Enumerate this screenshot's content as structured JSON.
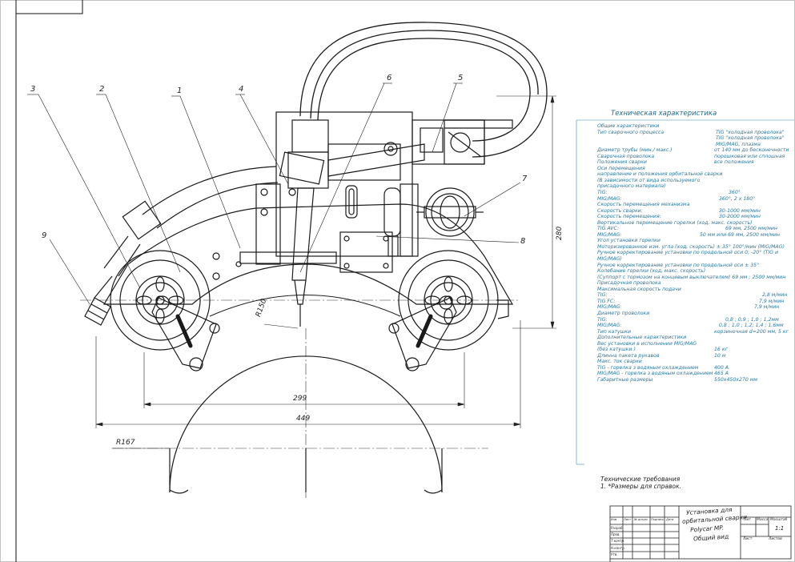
{
  "callouts": {
    "c1": "1",
    "c2": "2",
    "c3": "3",
    "c4": "4",
    "c5": "5",
    "c6": "6",
    "c7": "7",
    "c8": "8",
    "c9": "9"
  },
  "dimensions": {
    "r150": "R150",
    "r167": "R167",
    "d299": "299",
    "d449": "449",
    "d280": "280"
  },
  "spec": {
    "title": "Техническая характеристика",
    "rows": [
      {
        "k": "Общие характеристики",
        "v": "",
        "vx": 0
      },
      {
        "k": "Тип сварочного процесса",
        "v": "TIG \"холодная проволока\"",
        "vx": 148
      },
      {
        "k": "",
        "v": "TIG \"холодная проволока\"",
        "vx": 148
      },
      {
        "k": "",
        "v": "MIG/MAG, плазма",
        "vx": 148
      },
      {
        "k": "Диаметр трубы (мин./ макс.)",
        "v": "от 140 мм до бесконечности",
        "vx": 146
      },
      {
        "k": "Сварочная проволока",
        "v": "порошковая или сплошная",
        "vx": 146
      },
      {
        "k": "Положения сварки",
        "v": "все положения",
        "vx": 146
      },
      {
        "k": "Оси перемещения",
        "v": "",
        "vx": 0
      },
      {
        "k": "направление и положения орбитальной сварки",
        "v": "",
        "vx": 0
      },
      {
        "k": "(В зависимости от вида используемого",
        "v": "",
        "vx": 0
      },
      {
        "k": "присадочного материала)",
        "v": "",
        "vx": 0
      },
      {
        "k": "TIG:",
        "v": "360°",
        "vx": 164
      },
      {
        "k": "MIG/MAG:",
        "v": "360°, 2 x 180°",
        "vx": 152
      },
      {
        "k": "Скорость перемещения механизма",
        "v": "",
        "vx": 0
      },
      {
        "k": "Скорость сварки:",
        "v": "30-1000 мм/мин",
        "vx": 152
      },
      {
        "k": "Скорость перемещения:",
        "v": "30-2000 мм/мин",
        "vx": 152
      },
      {
        "k": "Вертикальное перемещение горелки (ход, макс. скорость)",
        "v": "",
        "vx": 0
      },
      {
        "k": "TIG AVC:",
        "v": "69 мм, 2500 мм/мин",
        "vx": 160
      },
      {
        "k": "MIG/MAG:",
        "v": "50 мм или 69 мм, 2500 мм/мин",
        "vx": 128
      },
      {
        "k": "Угол установки горелки",
        "v": "",
        "vx": 0
      },
      {
        "k": "Моторизированное изм. угла  (ход, скорость)   ± 35° 100°/мин (MIG/MAG)",
        "v": "",
        "vx": 0
      },
      {
        "k": "Ручное корректирование установки по продольной оси  0; -20° (TIG и",
        "v": "",
        "vx": 0
      },
      {
        "k": "MIG/MAG)",
        "v": "",
        "vx": 0
      },
      {
        "k": "Ручное корректирование установки по продольной оси    ± 35°",
        "v": "",
        "vx": 0
      },
      {
        "k": "Колебание горелки (ход, макс. скорость)",
        "v": "",
        "vx": 0
      },
      {
        "k": "(Суппорт с тормозом на концевым выключателем)    69 мм ; 2500 мм/мин",
        "v": "",
        "vx": 0
      },
      {
        "k": "Присадочная проволока",
        "v": "",
        "vx": 0
      },
      {
        "k": "Максимальная скорость подачи",
        "v": "",
        "vx": 0
      },
      {
        "k": "TIG:",
        "v": "2,8 м/мин",
        "vx": 206
      },
      {
        "k": "TIG FC:",
        "v": "7,9 м/мин",
        "vx": 202
      },
      {
        "k": "MIG/MAG:",
        "v": "7,9 м/мин",
        "vx": 196
      },
      {
        "k": "Диаметр проволоки",
        "v": "",
        "vx": 0
      },
      {
        "k": "TIG:",
        "v": "0,8 ; 0,9 ; 1,0 ; 1,2мм",
        "vx": 160
      },
      {
        "k": "MIG/MAG:",
        "v": "0,8 ; 1,0 ; 1,2; 1,4 ; 1,6мм",
        "vx": 152
      },
      {
        "k": "Тип катушки",
        "v": "корзиночная d=200 мм, 5 кг",
        "vx": 146
      },
      {
        "k": "Дополнительные характеристики",
        "v": "",
        "vx": 0
      },
      {
        "k": "Вес установки в исполнении MIG/MAG",
        "v": "",
        "vx": 0
      },
      {
        "k": "(без катушки )",
        "v": "16 кг",
        "vx": 146
      },
      {
        "k": "Длинна пакета рукавов",
        "v": "10 м",
        "vx": 146
      },
      {
        "k": "Макс. ток сварки",
        "v": "",
        "vx": 0
      },
      {
        "k": "TIG - горелка з водяным охлаждением",
        "v": "400 A",
        "vx": 146
      },
      {
        "k": "MIG/MAG - горелка з водяным охлаждением",
        "v": "465 A",
        "vx": 146
      },
      {
        "k": "Габаритные размеры",
        "v": "550x450x270 мм",
        "vx": 146
      }
    ]
  },
  "requirements": {
    "title": "Технические требования",
    "item": "1. *Размеры для справок."
  },
  "title_block": {
    "name_l1": "Установка для",
    "name_l2": "орбитальной сварки",
    "name_l3": "Polycar MP.",
    "name_l4": "Общий вид",
    "h_lit": "Лит",
    "h_mass": "Масса",
    "h_scale": "Масштаб",
    "scale": "1:1",
    "sheet": "Лист",
    "sheets": "Листов",
    "c_izm": "Изм",
    "c_list": "Лист",
    "c_doc": "№ докум.",
    "c_sign": "Подпись",
    "c_date": "Дата",
    "r_razrab": "Разраб.",
    "r_prov": "Пров.",
    "r_tkontr": "Т.контр.",
    "r_nkontr": "Н.контр.",
    "r_utv": "Утв."
  },
  "colors": {
    "line": "#1a1a1a",
    "spec": "#2a78a0"
  }
}
